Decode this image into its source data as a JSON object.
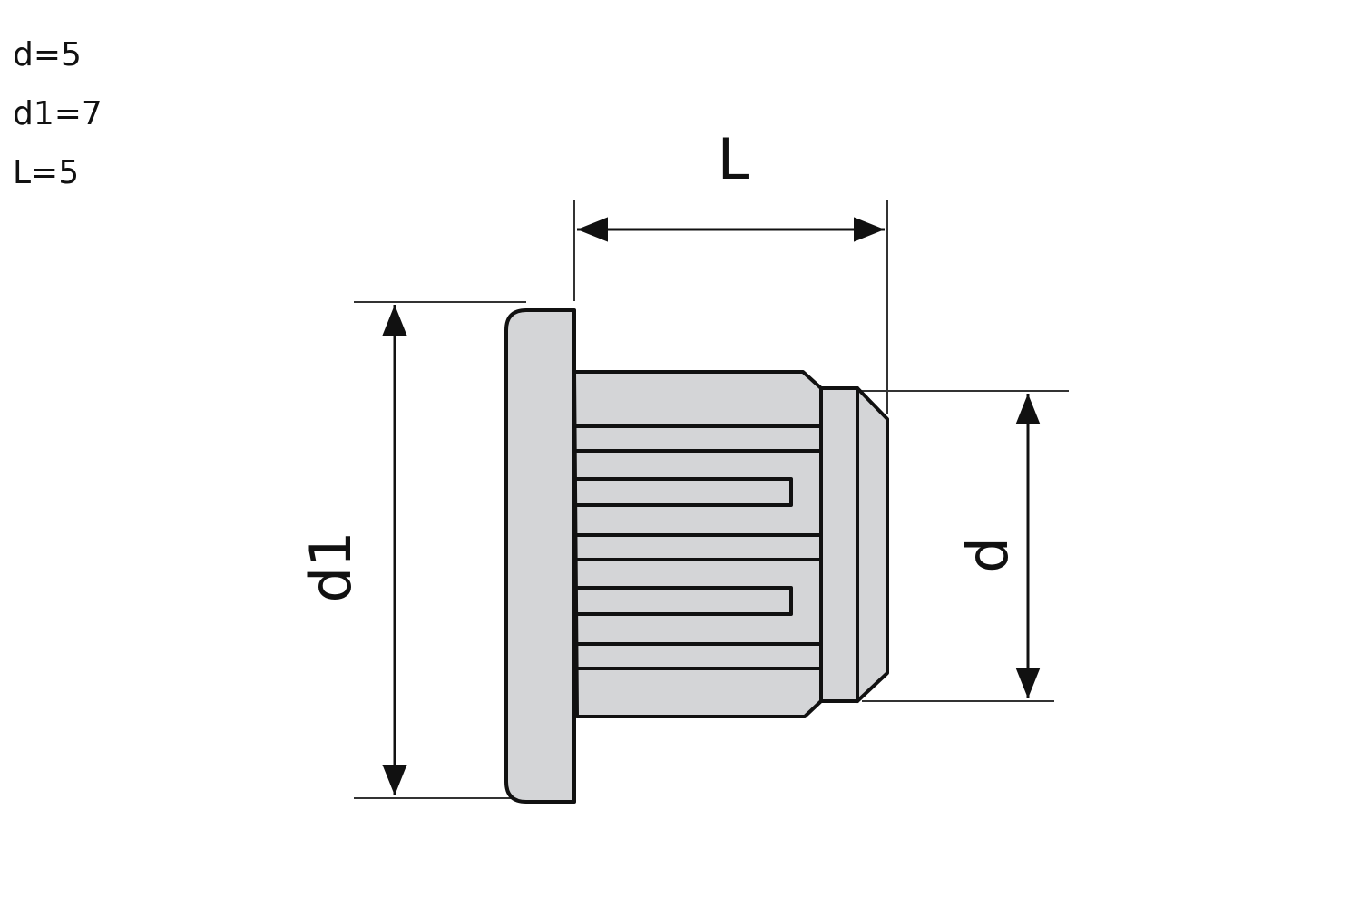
{
  "specs": [
    {
      "text": "d=5"
    },
    {
      "text": "d1=7"
    },
    {
      "text": "L=5"
    }
  ],
  "dimensions": {
    "length_label": "L",
    "flange_diameter_label": "d1",
    "body_diameter_label": "d"
  },
  "colors": {
    "part_fill": "#d4d5d7",
    "outline": "#111111",
    "dimension_line": "#333333"
  }
}
